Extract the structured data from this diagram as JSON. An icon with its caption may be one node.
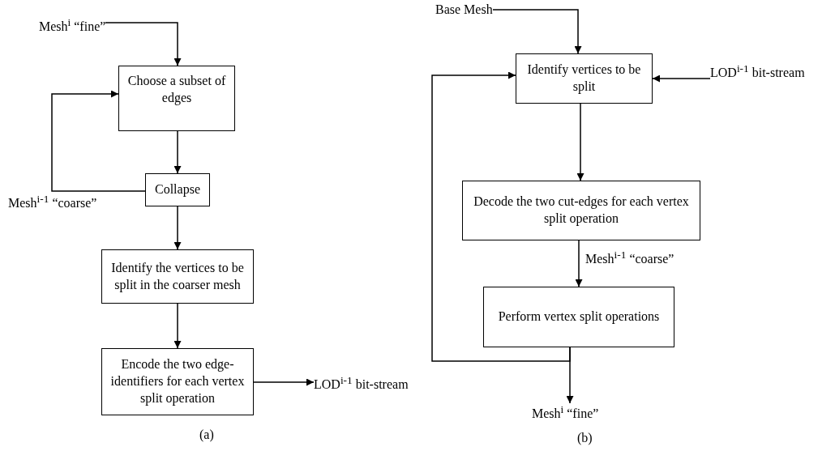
{
  "diagram": {
    "nodes": [
      {
        "text": [
          "Mesh$^{i}$ “fine”"
        ]
      },
      {
        "text": [
          "Choose a subset of edges"
        ]
      },
      {
        "text": [
          "Collapse"
        ]
      },
      {
        "text": [
          "Identify the vertices to be split in the coarser mesh"
        ]
      },
      {
        "text": [
          "Encode the two edge-identifiers for each vertex split operation"
        ]
      },
      {
        "text": [
          "LOD$^{i-1}$ bit-stream"
        ]
      },
      {
        "text": [
          "Base Mesh"
        ]
      },
      {
        "text": [
          "Identify vertices to be split"
        ]
      },
      {
        "text": [
          "LOD$^{i-1}$ bit-stream"
        ]
      },
      {
        "text": [
          "Decode the two cut-edges for each vertex split operation"
        ]
      },
      {
        "text": [
          "Perform vertex split operations"
        ]
      },
      {
        "text": [
          "Mesh$^{i}$ “fine”"
        ]
      }
    ],
    "edges": [
      {
        "from": 0,
        "to": 1,
        "arrow": "to"
      },
      {
        "from": 1,
        "to": 2,
        "arrow": "to"
      },
      {
        "from": 2,
        "to": 1,
        "arrow": "to",
        "label": "Mesh$^{i-1}$ “coarse”"
      },
      {
        "from": 2,
        "to": 3,
        "arrow": "to"
      },
      {
        "from": 3,
        "to": 4,
        "arrow": "to"
      },
      {
        "from": 4,
        "to": 5,
        "arrow": "to"
      },
      {
        "from": 6,
        "to": 7,
        "arrow": "to"
      },
      {
        "from": 8,
        "to": 7,
        "arrow": "to"
      },
      {
        "from": 7,
        "to": 9,
        "arrow": "to"
      },
      {
        "from": 9,
        "to": 10,
        "arrow": "to",
        "label": "Mesh$^{i-1}$ “coarse”"
      },
      {
        "from": 10,
        "to": 7,
        "arrow": "to"
      },
      {
        "from": 10,
        "to": 11,
        "arrow": "to"
      }
    ],
    "labels": [
      "(a)",
      "(b)"
    ]
  }
}
